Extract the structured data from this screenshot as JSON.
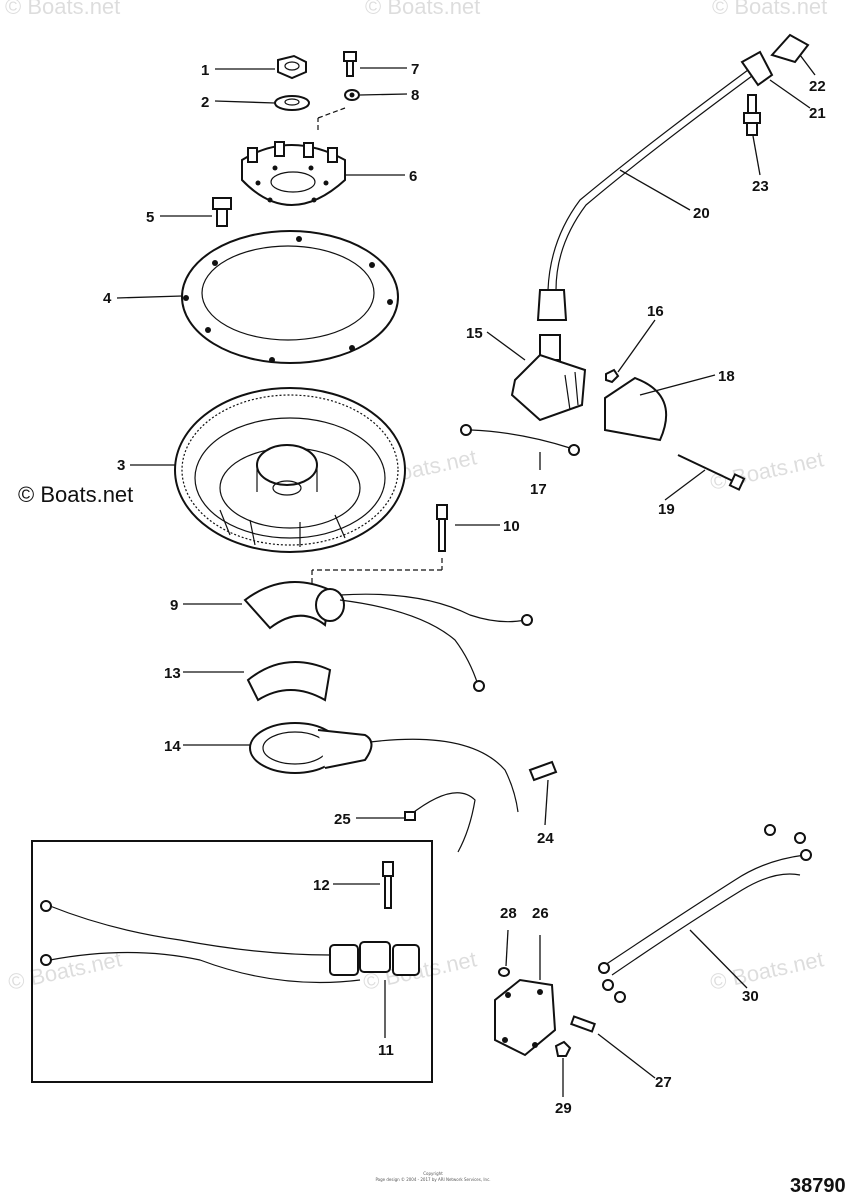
{
  "watermark": {
    "brand": "© Boats.net"
  },
  "diagram_number": "38790",
  "copyright_lines": [
    "Copyright",
    "Page design © 2004 - 2017 by ARI Network Services, Inc."
  ],
  "callouts": {
    "c1": "1",
    "c2": "2",
    "c3": "3",
    "c4": "4",
    "c5": "5",
    "c6": "6",
    "c7": "7",
    "c8": "8",
    "c9": "9",
    "c10": "10",
    "c11": "11",
    "c12": "12",
    "c13": "13",
    "c14": "14",
    "c15": "15",
    "c16": "16",
    "c17": "17",
    "c18": "18",
    "c19": "19",
    "c20": "20",
    "c21": "21",
    "c22": "22",
    "c23": "23",
    "c24": "24",
    "c25": "25",
    "c26": "26",
    "c27": "27",
    "c28": "28",
    "c29": "29",
    "c30": "30"
  }
}
